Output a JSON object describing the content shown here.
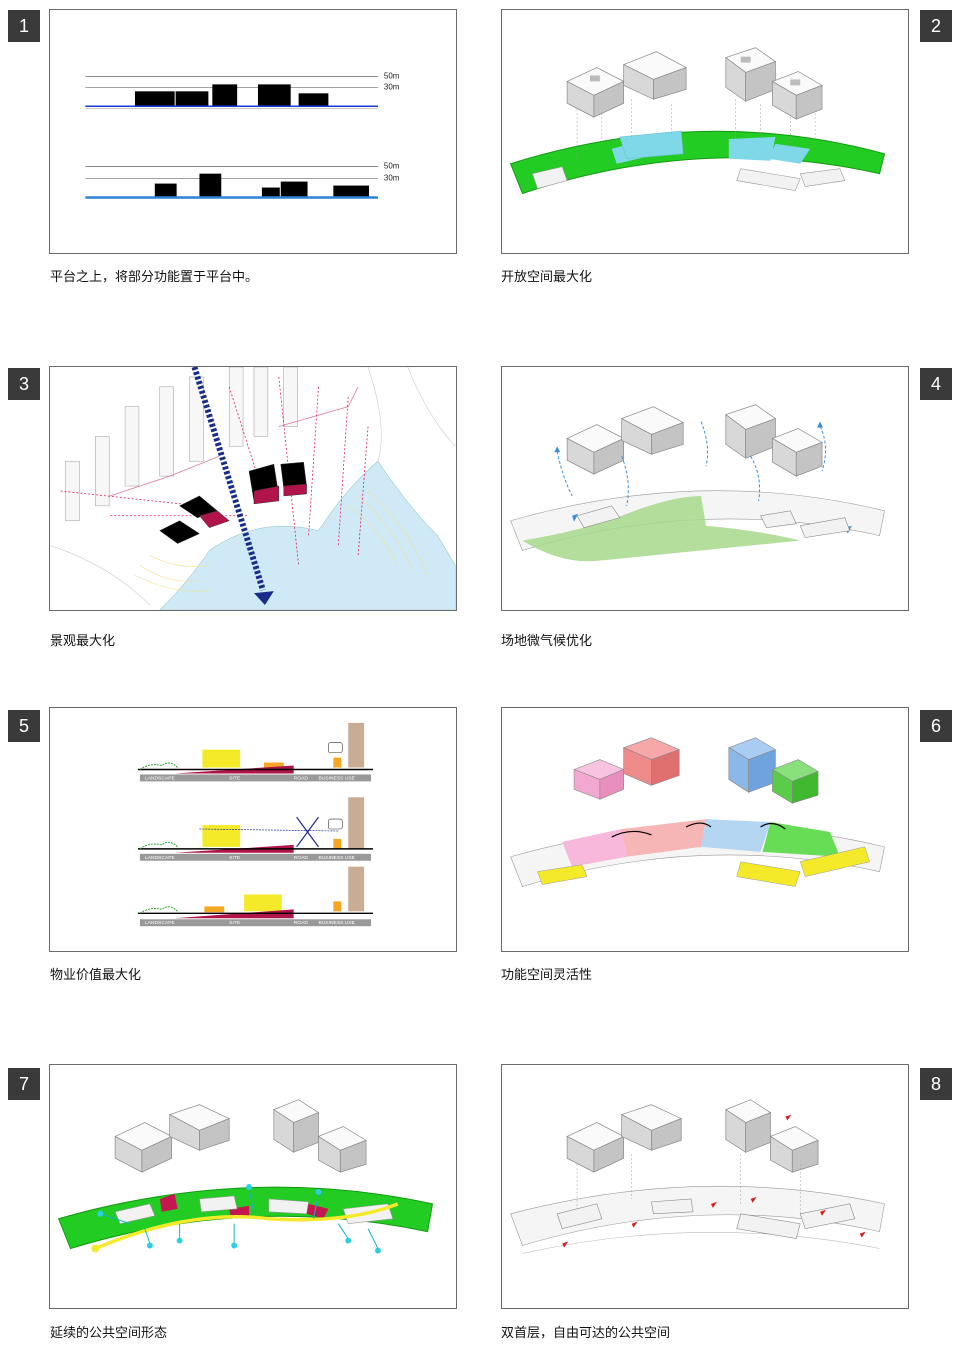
{
  "panels": [
    {
      "number": "1",
      "caption": "平台之上，将部分功能置于平台中。",
      "labels": {
        "h50": "50m",
        "h30": "30m"
      }
    },
    {
      "number": "2",
      "caption": "开放空间最大化"
    },
    {
      "number": "3",
      "caption": "景观最大化"
    },
    {
      "number": "4",
      "caption": "场地微气候优化"
    },
    {
      "number": "5",
      "caption": "物业价值最大化",
      "strip_labels": {
        "landscape": "LANDSCAPE",
        "site": "SITE",
        "road": "ROAD",
        "business": "BUSINESS USE"
      }
    },
    {
      "number": "6",
      "caption": "功能空间灵活性"
    },
    {
      "number": "7",
      "caption": "延续的公共空间形态"
    },
    {
      "number": "8",
      "caption": "双首层，自由可达的公共空间"
    }
  ],
  "colors": {
    "badge": "#3a3a3a",
    "green": "#22cc22",
    "cyan": "#7fd8e8",
    "magenta": "#b0144a",
    "yellow": "#f5ea2a",
    "orange": "#f5a623",
    "tan": "#c8ad94",
    "blue_path": "#1a2d8a",
    "water": "#cfe9f6"
  }
}
